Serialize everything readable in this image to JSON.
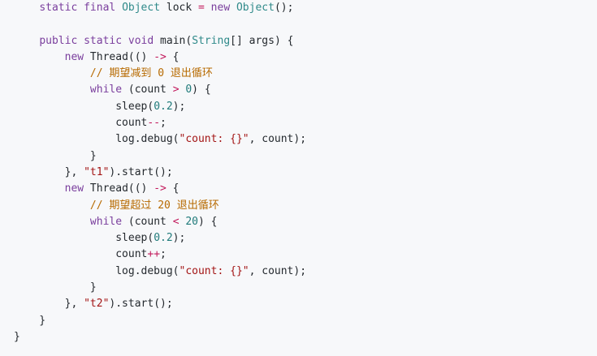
{
  "code": {
    "lines": [
      [
        {
          "t": "    "
        },
        {
          "t": "static",
          "c": "kw"
        },
        {
          "t": " "
        },
        {
          "t": "final",
          "c": "kw"
        },
        {
          "t": " "
        },
        {
          "t": "Object",
          "c": "type"
        },
        {
          "t": " lock "
        },
        {
          "t": "=",
          "c": "op"
        },
        {
          "t": " "
        },
        {
          "t": "new",
          "c": "kw"
        },
        {
          "t": " "
        },
        {
          "t": "Object",
          "c": "type"
        },
        {
          "t": "();"
        }
      ],
      [],
      [
        {
          "t": "    "
        },
        {
          "t": "public",
          "c": "kw"
        },
        {
          "t": " "
        },
        {
          "t": "static",
          "c": "kw"
        },
        {
          "t": " "
        },
        {
          "t": "void",
          "c": "kw"
        },
        {
          "t": " main("
        },
        {
          "t": "String",
          "c": "type"
        },
        {
          "t": "[] args) {"
        }
      ],
      [
        {
          "t": "        "
        },
        {
          "t": "new",
          "c": "kw"
        },
        {
          "t": " Thread(() "
        },
        {
          "t": "->",
          "c": "op"
        },
        {
          "t": " {"
        }
      ],
      [
        {
          "t": "            "
        },
        {
          "t": "// 期望减到 0 退出循环",
          "c": "cmt"
        }
      ],
      [
        {
          "t": "            "
        },
        {
          "t": "while",
          "c": "kw"
        },
        {
          "t": " (count "
        },
        {
          "t": ">",
          "c": "op"
        },
        {
          "t": " "
        },
        {
          "t": "0",
          "c": "num"
        },
        {
          "t": ") {"
        }
      ],
      [
        {
          "t": "                sleep("
        },
        {
          "t": "0.2",
          "c": "num"
        },
        {
          "t": ");"
        }
      ],
      [
        {
          "t": "                count"
        },
        {
          "t": "--",
          "c": "op"
        },
        {
          "t": ";"
        }
      ],
      [
        {
          "t": "                log.debug("
        },
        {
          "t": "\"count: {}\"",
          "c": "str"
        },
        {
          "t": ", count);"
        }
      ],
      [
        {
          "t": "            }"
        }
      ],
      [
        {
          "t": "        }, "
        },
        {
          "t": "\"t1\"",
          "c": "str"
        },
        {
          "t": ").start();"
        }
      ],
      [
        {
          "t": "        "
        },
        {
          "t": "new",
          "c": "kw"
        },
        {
          "t": " Thread(() "
        },
        {
          "t": "->",
          "c": "op"
        },
        {
          "t": " {"
        }
      ],
      [
        {
          "t": "            "
        },
        {
          "t": "// 期望超过 20 退出循环",
          "c": "cmt"
        }
      ],
      [
        {
          "t": "            "
        },
        {
          "t": "while",
          "c": "kw"
        },
        {
          "t": " (count "
        },
        {
          "t": "<",
          "c": "op"
        },
        {
          "t": " "
        },
        {
          "t": "20",
          "c": "num"
        },
        {
          "t": ") {"
        }
      ],
      [
        {
          "t": "                sleep("
        },
        {
          "t": "0.2",
          "c": "num"
        },
        {
          "t": ");"
        }
      ],
      [
        {
          "t": "                count"
        },
        {
          "t": "++",
          "c": "op"
        },
        {
          "t": ";"
        }
      ],
      [
        {
          "t": "                log.debug("
        },
        {
          "t": "\"count: {}\"",
          "c": "str"
        },
        {
          "t": ", count);"
        }
      ],
      [
        {
          "t": "            }"
        }
      ],
      [
        {
          "t": "        }, "
        },
        {
          "t": "\"t2\"",
          "c": "str"
        },
        {
          "t": ").start();"
        }
      ],
      [
        {
          "t": "    }"
        }
      ],
      [
        {
          "t": "}"
        }
      ]
    ],
    "colors": {
      "keyword": "#7a3e9d",
      "type": "#2f8a8a",
      "operator": "#c2185b",
      "number": "#1f7a7a",
      "string": "#a31515",
      "comment": "#b76a00",
      "background": "#f7f8fa"
    }
  }
}
